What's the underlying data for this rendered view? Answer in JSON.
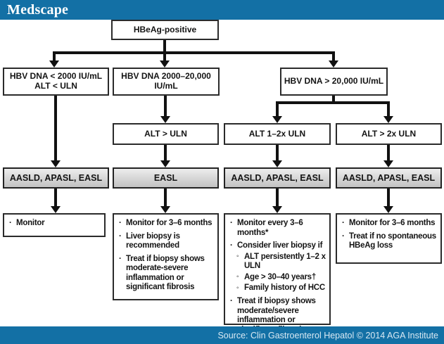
{
  "header": {
    "brand": "Medscape"
  },
  "footer": {
    "source": "Source: Clin Gastroenterol Hepatol © 2014 AGA Institute"
  },
  "colors": {
    "brand_blue": "#1370a5",
    "box_border": "#2b2b2b",
    "arrow": "#111111",
    "guideline_top": "#ededed",
    "guideline_bottom": "#c2c2c2"
  },
  "glyphs": {
    "bullet": "·",
    "subbullet": "◦"
  },
  "nodes": {
    "root": {
      "label": "HBeAg-positive"
    },
    "dna_low": {
      "line1": "HBV DNA < 2000 IU/mL",
      "line2": "ALT < ULN"
    },
    "dna_mid": {
      "label": "HBV DNA 2000–20,000 IU/mL"
    },
    "dna_high": {
      "label": "HBV DNA > 20,000 IU/mL"
    },
    "alt_gt_uln": {
      "label": "ALT > ULN"
    },
    "alt_1to2x": {
      "label": "ALT 1–2x ULN"
    },
    "alt_gt_2x": {
      "label": "ALT > 2x ULN"
    },
    "guideline1": {
      "label": "AASLD, APASL, EASL"
    },
    "guideline2": {
      "label": "EASL"
    },
    "guideline3": {
      "label": "AASLD, APASL, EASL"
    },
    "guideline4": {
      "label": "AASLD, APASL, EASL"
    },
    "rec1": {
      "items": [
        {
          "text": "Monitor"
        }
      ]
    },
    "rec2": {
      "items": [
        {
          "text": "Monitor for 3–6 months"
        },
        {
          "text": "Liver biopsy is recommended"
        },
        {
          "text": "Treat if biopsy shows moderate-severe inflammation or significant fibrosis"
        }
      ]
    },
    "rec3": {
      "items": [
        {
          "text": "Monitor every 3–6 months*"
        },
        {
          "text": "Consider liver biopsy if",
          "subitems": [
            "ALT persistently 1–2 x ULN",
            "Age > 30–40 years†",
            "Family history of HCC"
          ]
        },
        {
          "text": "Treat if biopsy shows moderate/severe inflammation or significant fibrosis"
        }
      ]
    },
    "rec4": {
      "items": [
        {
          "text": "Monitor for 3–6 months"
        },
        {
          "text": "Treat if no spontaneous HBeAg loss"
        }
      ]
    }
  }
}
